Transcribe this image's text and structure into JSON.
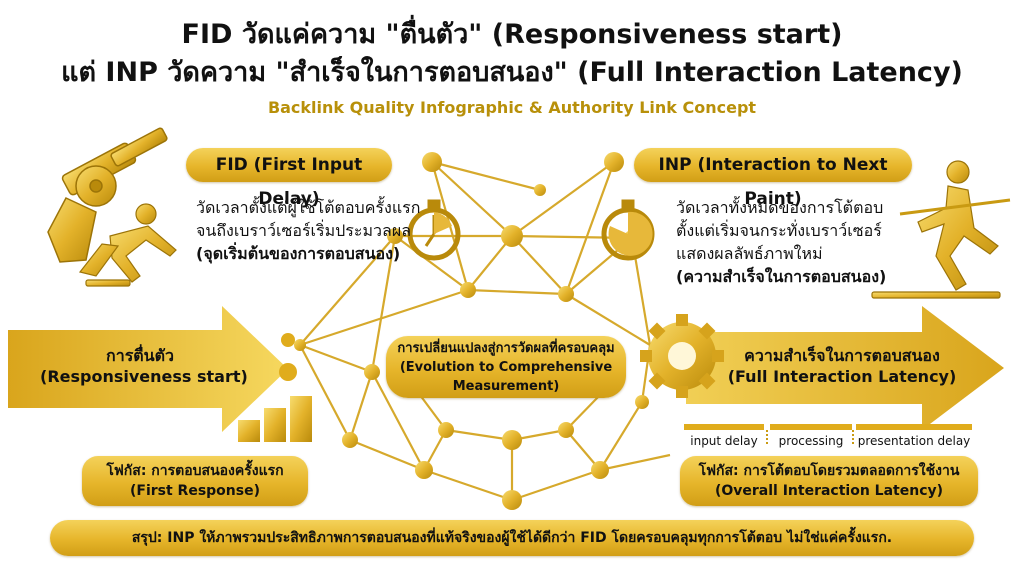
{
  "title_line1": "FID วัดแค่ความ \"ตื่นตัว\" (Responsiveness start)",
  "title_line2": "แต่ INP วัดความ \"สำเร็จในการตอบสนอง\" (Full Interaction Latency)",
  "subtitle": "Backlink Quality Infographic & Authority Link Concept",
  "fid": {
    "heading": "FID (First Input Delay)",
    "desc_line1": "วัดเวลาตั้งแต่ผู้ใช้โต้ตอบครั้งแรก",
    "desc_line2": "จนถึงเบราว์เซอร์เริ่มประมวลผล",
    "desc_line3": "(จุดเริ่มต้นของการตอบสนอง)",
    "arrow_line1": "การตื่นตัว",
    "arrow_line2": "(Responsiveness start)",
    "focus_line1": "โฟกัส: การตอบสนองครั้งแรก",
    "focus_line2": "(First Response)"
  },
  "inp": {
    "heading": "INP (Interaction to Next Paint)",
    "desc_line1": "วัดเวลาทั้งหมดของการโต้ตอบ",
    "desc_line2": "ตั้งแต่เริ่มจนกระทั่งเบราว์เซอร์",
    "desc_line3": "แสดงผลลัพธ์ภาพใหม่",
    "desc_line4": "(ความสำเร็จในการตอบสนอง)",
    "arrow_line1": "ความสำเร็จในการตอบสนอง",
    "arrow_line2": "(Full Interaction Latency)",
    "segments": [
      "input delay",
      "processing",
      "presentation delay"
    ],
    "focus_line1": "โฟกัส: การโต้ตอบโดยรวมตลอดการใช้งาน",
    "focus_line2": "(Overall Interaction Latency)"
  },
  "center": {
    "line1": "การเปลี่ยนแปลงสู่การวัดผลที่ครอบคลุม",
    "line2": "(Evolution to Comprehensive",
    "line3": "Measurement)"
  },
  "summary": "สรุป: INP ให้ภาพรวมประสิทธิภาพการตอบสนองที่แท้จริงของผู้ใช้ได้ดีกว่า FID โดยครอบคลุมทุกการโต้ตอบ ไม่ใช่แค่ครั้งแรก.",
  "colors": {
    "gold_light": "#f4d25a",
    "gold": "#e6b52a",
    "gold_dark": "#c9960f"
  },
  "icons": [
    "revolver-icon",
    "sprinter-start-icon",
    "stopwatch-icon",
    "finish-runner-icon",
    "gear-icon",
    "bar-growth-icon",
    "network-icon"
  ]
}
